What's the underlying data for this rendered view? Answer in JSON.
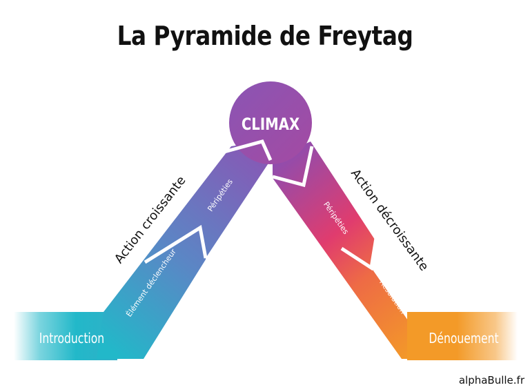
{
  "title": "La Pyramide de Freytag",
  "climax": "CLIMAX",
  "labels": {
    "introduction": "Introduction",
    "denouement": "Dénouement",
    "action_croissante": "Action croissante",
    "action_decroissante": "Action décroissante",
    "element_declencheur": "Élément déclencheur",
    "peripeties_left": "Péripéties",
    "peripeties_right": "Péripéties",
    "resolution": "Résolution"
  },
  "watermark": "alphaBulle.fr",
  "colors": {
    "teal": "#22b8c9",
    "blue": "#5b86c5",
    "purple": "#9050b0",
    "magenta": "#d8407a",
    "orange": "#f39a28"
  }
}
